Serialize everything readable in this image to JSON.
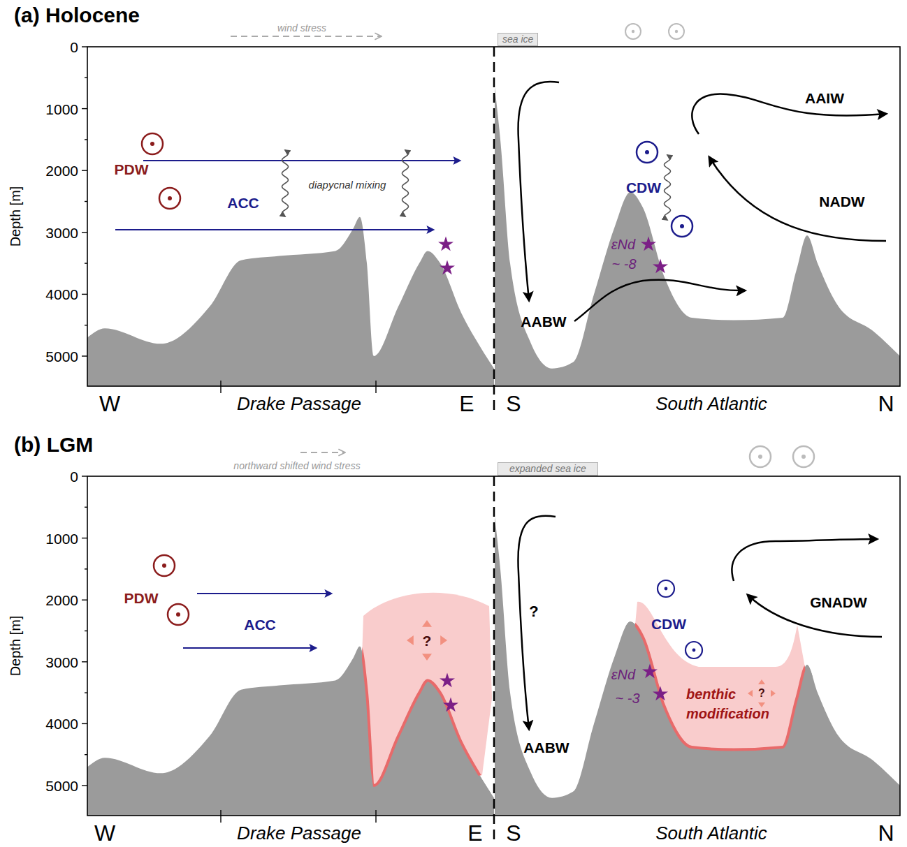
{
  "diagram": {
    "nodes": [
      {
        "text": [
          "sea ice"
        ]
      },
      {
        "text": [
          "expanded sea ice"
        ]
      },
      {
        "text": [
          "?"
        ]
      },
      {
        "text": [
          "benthic modification",
          "?"
        ]
      }
    ],
    "labels": [
      "(a) Holocene",
      "wind stress",
      "0",
      "1000",
      "2000",
      "3000",
      "4000",
      "5000",
      "Depth [m]",
      "PDW",
      "ACC",
      "diapycnal mixing",
      "CDW",
      "AAIW",
      "NADW",
      "εNd",
      "~ -8",
      "AABW",
      "W",
      "Drake Passage",
      "E",
      "S",
      "South Atlantic",
      "N",
      "(b) LGM",
      "northward shifted wind stress",
      "0",
      "1000",
      "2000",
      "3000",
      "4000",
      "5000",
      "Depth [m]",
      "PDW",
      "ACC",
      "?",
      "AABW",
      "CDW",
      "GNADW",
      "εNd",
      "~ -3",
      "W",
      "Drake Passage",
      "E",
      "S",
      "South Atlantic",
      "N"
    ]
  }
}
